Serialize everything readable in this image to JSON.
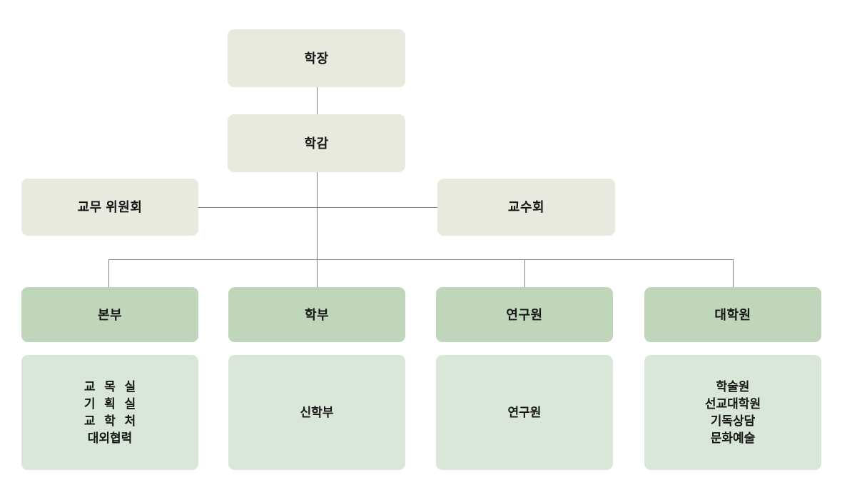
{
  "chart": {
    "type": "org-chart",
    "title": "",
    "palette": {
      "background": "#ffffff",
      "cream": "#e9eade",
      "green": "#bfd6bb",
      "mint": "#d9e7d8",
      "line": "#808080",
      "text": "#161616"
    },
    "levels": [
      {
        "name": "level-1",
        "nodes": [
          {
            "id": "dean",
            "label": "학장",
            "tone": "cream"
          }
        ]
      },
      {
        "name": "level-2",
        "nodes": [
          {
            "id": "academic-dean",
            "label": "학감",
            "tone": "cream"
          }
        ]
      },
      {
        "name": "level-3",
        "nodes": [
          {
            "id": "academic-affairs-committee",
            "label": "교무 위원회",
            "tone": "cream"
          },
          {
            "id": "faculty-council",
            "label": "교수회",
            "tone": "cream"
          }
        ]
      },
      {
        "name": "level-4",
        "nodes": [
          {
            "id": "headquarters",
            "label": "본부",
            "tone": "green"
          },
          {
            "id": "undergraduate",
            "label": "학부",
            "tone": "green"
          },
          {
            "id": "research-institute",
            "label": "연구원",
            "tone": "green"
          },
          {
            "id": "graduate-school",
            "label": "대학원",
            "tone": "green"
          }
        ]
      },
      {
        "name": "level-5",
        "nodes": [
          {
            "id": "headquarters-units",
            "tone": "mint",
            "lines": [
              {
                "text": "교 목 실",
                "spaced": true
              },
              {
                "text": "기 획 실",
                "spaced": true
              },
              {
                "text": "교 학 처",
                "spaced": true
              },
              {
                "text": "대외협력",
                "spaced": false
              }
            ]
          },
          {
            "id": "undergraduate-units",
            "tone": "mint",
            "lines": [
              {
                "text": "신학부",
                "spaced": false
              }
            ]
          },
          {
            "id": "research-institute-units",
            "tone": "mint",
            "lines": [
              {
                "text": "연구원",
                "spaced": false
              }
            ]
          },
          {
            "id": "graduate-school-units",
            "tone": "mint",
            "lines": [
              {
                "text": "학술원",
                "spaced": false
              },
              {
                "text": "선교대학원",
                "spaced": false
              },
              {
                "text": "기독상담",
                "spaced": false
              },
              {
                "text": "문화예술",
                "spaced": false
              }
            ]
          }
        ]
      }
    ]
  }
}
